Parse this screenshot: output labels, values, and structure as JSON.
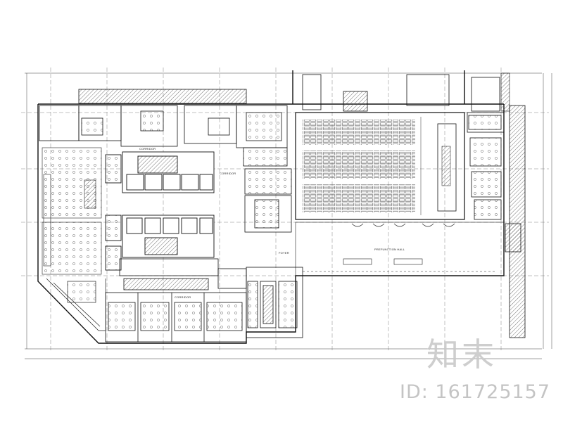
{
  "labels": {
    "corridor_top": "CORRIDOR",
    "corridor_mid": "CORRIDOR",
    "corridor_bottom": "CORRIDOR",
    "foyer": "FOYER",
    "prefunction_hall": "PREFUNCTION HALL"
  },
  "watermark": {
    "logo_text": "知末",
    "id_text": "ID: 161725157"
  },
  "colors": {
    "line": "#1a1a1a",
    "hatch": "#555555",
    "watermark": "#c4c4c4"
  }
}
